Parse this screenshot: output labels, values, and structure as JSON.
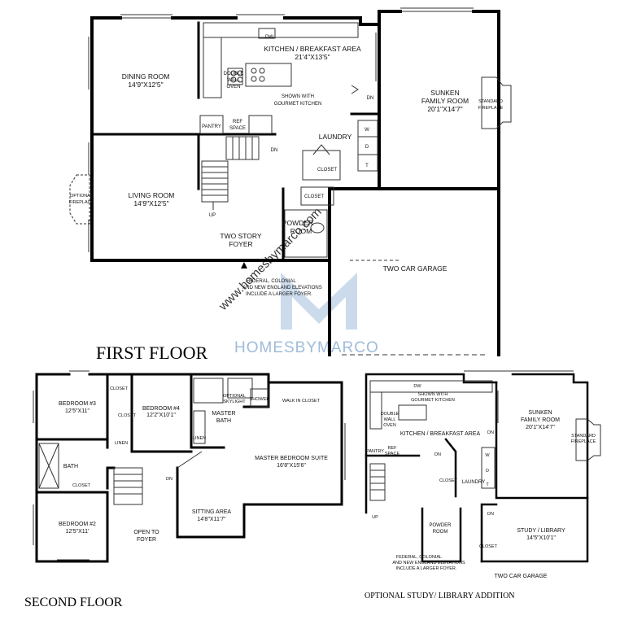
{
  "floors": {
    "first": {
      "heading": "FIRST FLOOR",
      "rooms": {
        "kitchen_name": "KITCHEN / BREAKFAST AREA",
        "kitchen_size": "21'4\"X13'5\"",
        "dining_name": "DINING ROOM",
        "dining_size": "14'9\"X12'5\"",
        "living_name": "LIVING ROOM",
        "living_size": "14'9\"X12'5\"",
        "family_name": "SUNKEN",
        "family_name2": "FAMILY ROOM",
        "family_size": "20'1\"X14'7\"",
        "foyer_name": "TWO STORY",
        "foyer_name2": "FOYER",
        "laundry": "LAUNDRY",
        "garage": "TWO CAR GARAGE",
        "pantry": "PANTRY",
        "ref_space": "REF",
        "ref_space2": "SPACE",
        "closet1": "CLOSET",
        "closet2": "CLOSET",
        "powder": "POWDER",
        "powder2": "ROOM"
      },
      "notes": {
        "dw": "DW",
        "double_oven": "DOUBLE",
        "double_oven2": "WALL",
        "double_oven3": "OVEN",
        "gourmet": "SHOWN WITH",
        "gourmet2": "GOURMET KITCHEN",
        "dn1": "DN",
        "dn2": "DN",
        "up": "UP",
        "opt_fireplace": "OPTIONAL",
        "opt_fireplace2": "FIREPLACE",
        "std_fireplace": "STANDARD",
        "std_fireplace2": "FIREPLACE",
        "w": "W",
        "d": "D",
        "t": "T",
        "elev1": "FEDERAL, COLONIAL",
        "elev2": "AND NEW ENGLAND ELEVATIONS",
        "elev3": "INCLUDE A LARGER FOYER."
      }
    },
    "second": {
      "heading": "SECOND FLOOR",
      "rooms": {
        "bed3_name": "BEDROOM #3",
        "bed3_size": "12'5\"X11\"",
        "bed4_name": "BEDROOM #4",
        "bed4_size": "12'2\"X10'1\"",
        "bed2_name": "BEDROOM #2",
        "bed2_size": "12'5\"X11'",
        "master_bath": "MASTER",
        "master_bath2": "BATH",
        "master_suite": "MASTER BEDROOM SUITE",
        "master_size": "16'8\"X15'6\"",
        "sitting": "SITTING AREA",
        "sitting_size": "14'8\"X11'7\"",
        "bath": "BATH",
        "walk_in": "WALK IN CLOSET",
        "open_foyer": "OPEN TO",
        "open_foyer2": "FOYER",
        "closet_a": "CLOSET",
        "closet_b": "CLOSET",
        "closet_c": "CLOSET",
        "linen_a": "LINEN",
        "linen_b": "LINEN",
        "shower": "SHOWER",
        "skylight": "OPTIONAL",
        "skylight2": "SKYLIGHT",
        "dn": "DN"
      }
    },
    "optional": {
      "heading": "OPTIONAL STUDY/ LIBRARY ADDITION",
      "rooms": {
        "kitchen_name": "KITCHEN / BREAKFAST AREA",
        "family_name": "SUNKEN",
        "family_name2": "FAMILY ROOM",
        "family_size": "20'1\"X14'7\"",
        "study_name": "STUDY / LIBRARY",
        "study_size": "14'5\"X10'1\"",
        "garage": "TWO CAR GARAGE",
        "laundry": "LAUNDRY",
        "powder": "POWDER",
        "powder2": "ROOM",
        "pantry": "PANTRY",
        "ref": "REF",
        "ref2": "SPACE",
        "closet_a": "CLOSET",
        "closet_b": "CLOSET"
      },
      "notes": {
        "dw": "DW",
        "gourmet": "SHOWN WITH",
        "gourmet2": "GOURMET KITCHEN",
        "double": "DOUBLE",
        "double2": "WALL",
        "double3": "OVEN",
        "std_fireplace": "STANDARD",
        "std_fireplace2": "FIREPLACE",
        "dn1": "DN",
        "dn2": "DN",
        "dn3": "DN",
        "up": "UP",
        "w": "W",
        "d": "D",
        "t": "T",
        "elev1": "FEDERAL, COLONIAL",
        "elev2": "AND NEW ENGLAND ELEVATIONS",
        "elev3": "INCLUDE A LARGER FOYER."
      }
    }
  },
  "watermark": {
    "brand": "HOMESBYMARCO",
    "url": "www.homesbymarco.com",
    "color": "#8fb0d3"
  }
}
